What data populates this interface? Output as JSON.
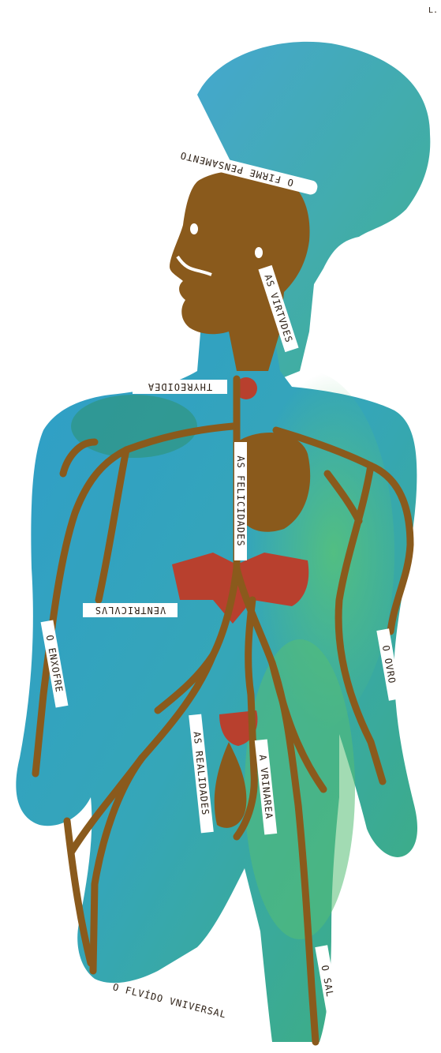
{
  "artwork": {
    "corner_mark": "L.",
    "labels": {
      "firm_thought": "O FIRME PENSAMENTO",
      "virtues": "AS VIRTVDES",
      "thyroid": "THYREOIDEA",
      "felicities": "AS FELICIDADES",
      "ventricles": "VENTRICVLVS",
      "sulphur": "O ENXOFRE",
      "gold": "O OVRO",
      "realities": "AS REALIDADES",
      "urinary": "A VRINAREA",
      "salt": "O SAL",
      "fluid": "O FLVÍDO VNIVERSAL"
    },
    "colors": {
      "water_blue": "#3aa3c8",
      "water_green": "#3fae7a",
      "bronze": "#8a5a1c",
      "red_organ": "#b8402e"
    }
  }
}
